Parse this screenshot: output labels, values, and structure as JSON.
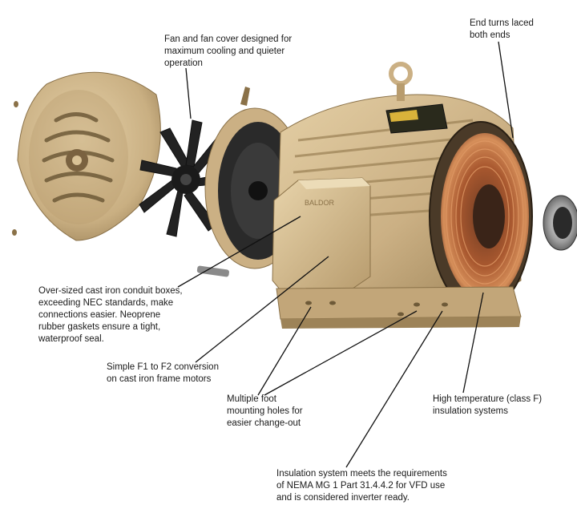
{
  "colors": {
    "body_main": "#cdb488",
    "body_light": "#e2cda3",
    "body_dark": "#9d8358",
    "copper": "#b5643a",
    "copper_light": "#d9905c",
    "fan_black": "#222222",
    "leader_line": "#111111"
  },
  "nameplate_text": "BALDOR",
  "callouts": {
    "fan": "Fan and fan cover designed for\nmaximum cooling and quieter\noperation",
    "end_turns": "End turns laced\nboth ends",
    "conduit": "Over-sized cast iron conduit boxes,\nexceeding NEC standards, make\nconnections easier.  Neoprene\nrubber gaskets ensure a tight,\nwaterproof seal.",
    "f1_f2": "Simple F1 to F2 conversion\non cast iron frame motors",
    "foot_holes": "Multiple foot\nmounting holes for\neasier change-out",
    "high_temp": "High temperature (class F)\ninsulation systems",
    "insulation": "Insulation system meets the requirements\nof NEMA MG 1 Part 31.4.4.2 for VFD use\nand is considered inverter ready."
  }
}
